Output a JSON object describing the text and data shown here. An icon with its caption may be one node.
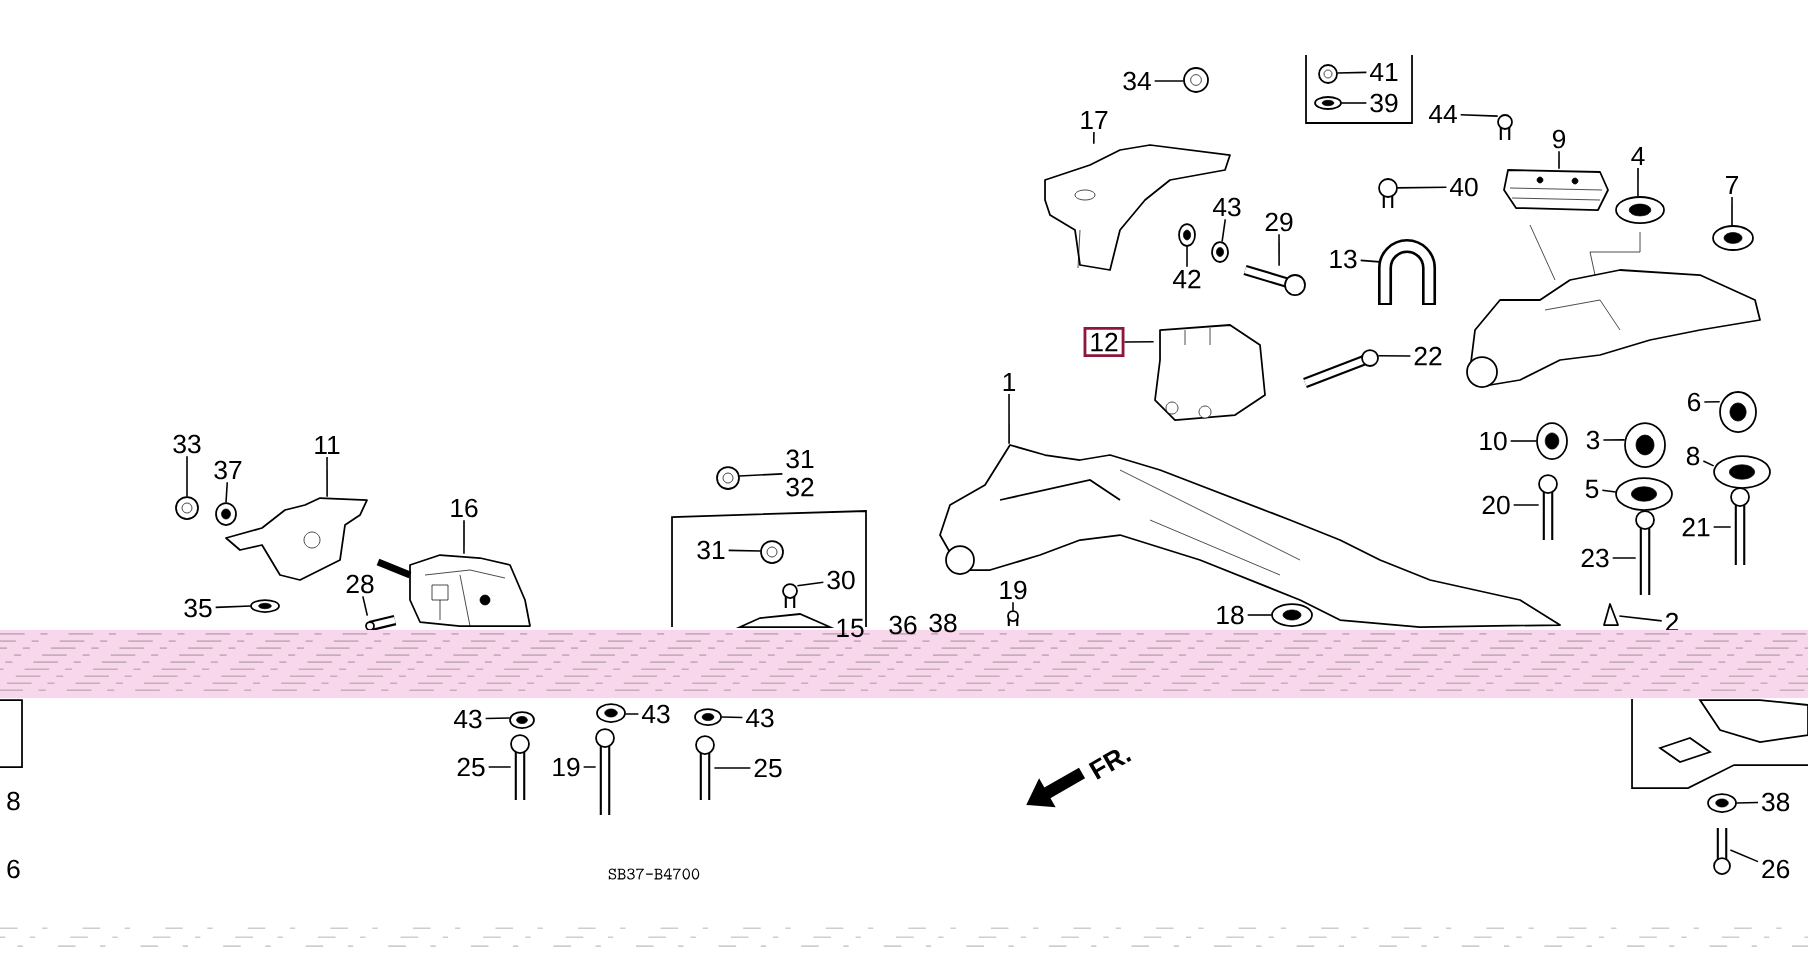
{
  "diagram": {
    "nodes": [
      {
        "text": [
          "34"
        ]
      },
      {
        "text": [
          "41"
        ]
      },
      {
        "text": [
          "39"
        ]
      },
      {
        "text": [
          "17"
        ]
      },
      {
        "text": [
          "44"
        ]
      },
      {
        "text": [
          "9"
        ]
      },
      {
        "text": [
          "4"
        ]
      },
      {
        "text": [
          "7"
        ]
      },
      {
        "text": [
          "40"
        ]
      },
      {
        "text": [
          "43"
        ]
      },
      {
        "text": [
          "29"
        ]
      },
      {
        "text": [
          "42"
        ]
      },
      {
        "text": [
          "13"
        ]
      },
      {
        "text": [
          "12"
        ]
      },
      {
        "text": [
          "22"
        ]
      },
      {
        "text": [
          "1"
        ]
      },
      {
        "text": [
          "33"
        ]
      },
      {
        "text": [
          "37"
        ]
      },
      {
        "text": [
          "11"
        ]
      },
      {
        "text": [
          "31",
          "32"
        ]
      },
      {
        "text": [
          "6"
        ]
      },
      {
        "text": [
          "10"
        ]
      },
      {
        "text": [
          "3"
        ]
      },
      {
        "text": [
          "8"
        ]
      },
      {
        "text": [
          "16"
        ]
      },
      {
        "text": [
          "20"
        ]
      },
      {
        "text": [
          "5"
        ]
      },
      {
        "text": [
          "21"
        ]
      },
      {
        "text": [
          "31"
        ]
      },
      {
        "text": [
          "30"
        ]
      },
      {
        "text": [
          "23"
        ]
      },
      {
        "text": [
          "19"
        ]
      },
      {
        "text": [
          "35"
        ]
      },
      {
        "text": [
          "28"
        ]
      },
      {
        "text": [
          "18"
        ]
      },
      {
        "text": [
          "2"
        ]
      },
      {
        "text": [
          "43"
        ]
      },
      {
        "text": [
          "43"
        ]
      },
      {
        "text": [
          "43"
        ]
      },
      {
        "text": [
          "25"
        ]
      },
      {
        "text": [
          "19"
        ]
      },
      {
        "text": [
          "25"
        ]
      },
      {
        "text": [
          "38"
        ]
      },
      {
        "text": [
          "26"
        ]
      },
      {
        "text": [],
        "shape": "picture"
      },
      {
        "text": [],
        "shape": "picture"
      },
      {
        "text": [],
        "shape": "picture"
      },
      {
        "text": [],
        "shape": "picture"
      },
      {
        "text": [],
        "shape": "picture"
      },
      {
        "text": [],
        "shape": "picture"
      },
      {
        "text": [],
        "shape": "picture"
      },
      {
        "text": [],
        "shape": "picture"
      },
      {
        "text": [],
        "shape": "picture"
      },
      {
        "text": [],
        "shape": "picture"
      },
      {
        "text": [],
        "shape": "picture"
      },
      {
        "text": [],
        "shape": "picture"
      },
      {
        "text": [],
        "shape": "picture"
      },
      {
        "text": [],
        "shape": "picture"
      },
      {
        "text": [],
        "shape": "picture"
      },
      {
        "text": [],
        "shape": "picture"
      },
      {
        "text": [],
        "shape": "picture"
      },
      {
        "text": [],
        "shape": "picture"
      },
      {
        "text": [],
        "shape": "picture"
      },
      {
        "text": [],
        "shape": "picture"
      },
      {
        "text": [],
        "shape": "picture"
      },
      {
        "text": [],
        "shape": "picture"
      },
      {
        "text": [],
        "shape": "picture"
      },
      {
        "text": [],
        "shape": "picture"
      },
      {
        "text": [],
        "shape": "picture"
      },
      {
        "text": [],
        "shape": "picture"
      },
      {
        "text": [],
        "shape": "picture"
      },
      {
        "text": [],
        "shape": "picture"
      },
      {
        "text": [],
        "shape": "picture"
      },
      {
        "text": [],
        "shape": "picture"
      },
      {
        "text": [],
        "shape": "picture"
      },
      {
        "text": [],
        "shape": "picture"
      },
      {
        "text": [],
        "shape": "picture"
      },
      {
        "text": [],
        "shape": "picture"
      },
      {
        "text": [],
        "shape": "picture"
      },
      {
        "text": [],
        "shape": "picture"
      },
      {
        "text": [],
        "shape": "picture"
      },
      {
        "text": [],
        "shape": "picture"
      },
      {
        "text": [],
        "shape": "picture"
      },
      {
        "text": [],
        "shape": "picture"
      },
      {
        "text": [],
        "shape": "picture"
      },
      {
        "text": [],
        "shape": "picture"
      },
      {
        "text": [],
        "shape": "picture"
      },
      {
        "text": [],
        "shape": "picture"
      }
    ],
    "edges": [
      {
        "from": 0,
        "to": 44,
        "arrow": "none"
      },
      {
        "from": 1,
        "to": 45,
        "arrow": "none"
      },
      {
        "from": 2,
        "to": 46,
        "arrow": "none"
      },
      {
        "from": 3,
        "to": 47,
        "arrow": "none"
      },
      {
        "from": 4,
        "to": 48,
        "arrow": "none"
      },
      {
        "from": 5,
        "to": 49,
        "arrow": "none"
      },
      {
        "from": 6,
        "to": 50,
        "arrow": "none"
      },
      {
        "from": 7,
        "to": 51,
        "arrow": "none"
      },
      {
        "from": 8,
        "to": 52,
        "arrow": "none"
      },
      {
        "from": 9,
        "to": 53,
        "arrow": "none"
      },
      {
        "from": 10,
        "to": 54,
        "arrow": "none"
      },
      {
        "from": 11,
        "to": 55,
        "arrow": "none"
      },
      {
        "from": 12,
        "to": 56,
        "arrow": "none"
      },
      {
        "from": 13,
        "to": 57,
        "arrow": "none"
      },
      {
        "from": 14,
        "to": 58,
        "arrow": "none"
      },
      {
        "from": 15,
        "to": 59,
        "arrow": "none"
      },
      {
        "from": 16,
        "to": 60,
        "arrow": "none"
      },
      {
        "from": 17,
        "to": 61,
        "arrow": "none"
      },
      {
        "from": 18,
        "to": 62,
        "arrow": "none"
      },
      {
        "from": 19,
        "to": 63,
        "arrow": "none"
      },
      {
        "from": 20,
        "to": 64,
        "arrow": "none"
      },
      {
        "from": 21,
        "to": 65,
        "arrow": "none"
      },
      {
        "from": 22,
        "to": 66,
        "arrow": "none"
      },
      {
        "from": 23,
        "to": 67,
        "arrow": "none"
      },
      {
        "from": 24,
        "to": 68,
        "arrow": "none"
      },
      {
        "from": 25,
        "to": 69,
        "arrow": "none"
      },
      {
        "from": 26,
        "to": 70,
        "arrow": "none"
      },
      {
        "from": 27,
        "to": 71,
        "arrow": "none"
      },
      {
        "from": 28,
        "to": 72,
        "arrow": "none"
      },
      {
        "from": 29,
        "to": 73,
        "arrow": "none"
      },
      {
        "from": 30,
        "to": 74,
        "arrow": "none"
      },
      {
        "from": 31,
        "to": 75,
        "arrow": "none"
      },
      {
        "from": 32,
        "to": 76,
        "arrow": "none"
      },
      {
        "from": 33,
        "to": 77,
        "arrow": "none"
      },
      {
        "from": 34,
        "to": 78,
        "arrow": "none"
      },
      {
        "from": 35,
        "to": 79,
        "arrow": "none"
      },
      {
        "from": 36,
        "to": 80,
        "arrow": "none"
      },
      {
        "from": 37,
        "to": 81,
        "arrow": "none"
      },
      {
        "from": 38,
        "to": 82,
        "arrow": "none"
      },
      {
        "from": 39,
        "to": 83,
        "arrow": "none"
      },
      {
        "from": 40,
        "to": 84,
        "arrow": "none"
      },
      {
        "from": 41,
        "to": 85,
        "arrow": "none"
      },
      {
        "from": 42,
        "to": 86,
        "arrow": "none"
      },
      {
        "from": 43,
        "to": 87,
        "arrow": "none"
      }
    ],
    "labels": [
      "15",
      "36",
      "38",
      "FR.",
      "8",
      "6",
      "SB37-B4700"
    ]
  }
}
